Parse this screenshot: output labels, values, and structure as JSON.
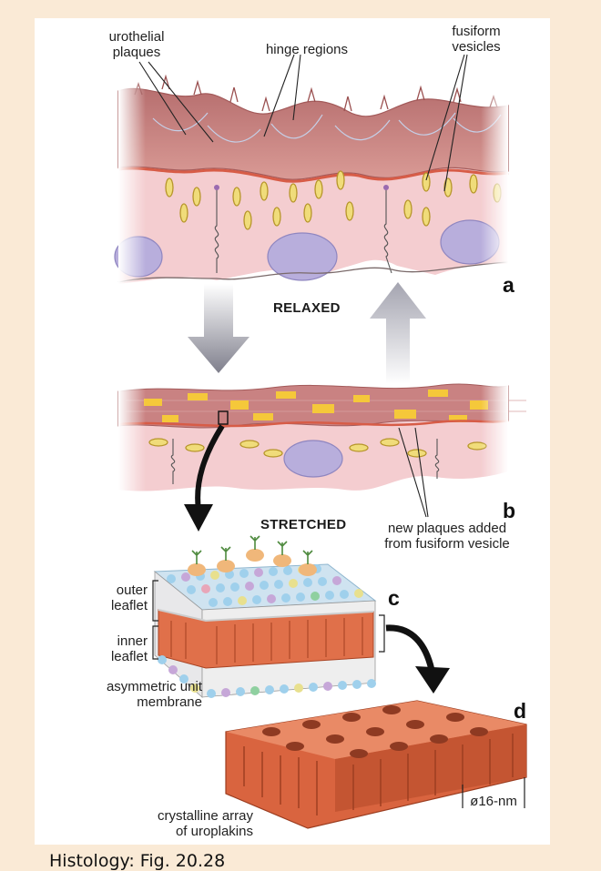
{
  "labels": {
    "urothelial_plaques": [
      "urothelial",
      "plaques"
    ],
    "hinge_regions": "hinge regions",
    "fusiform_vesicles": [
      "fusiform",
      "vesicles"
    ],
    "relaxed": "RELAXED",
    "stretched": "STRETCHED",
    "new_plaques": [
      "new plaques added",
      "from fusiform vesicle"
    ],
    "outer_leaflet": [
      "outer",
      "leaflet"
    ],
    "inner_leaflet": [
      "inner",
      "leaflet"
    ],
    "asymmetric_unit_membrane": [
      "asymmetric unit",
      "membrane"
    ],
    "crystalline_array": [
      "crystalline array",
      "of uroplakins"
    ],
    "scale": "ø16-nm"
  },
  "panel_letters": {
    "a": "a",
    "b": "b",
    "c": "c",
    "d": "d"
  },
  "caption": "Histology: Fig. 20.28",
  "colors": {
    "background": "#faead6",
    "cytoplasm": "#f4cdd0",
    "plaque": "#c98282",
    "nucleus": "#b8aedc",
    "new_plaque": "#f5c83a",
    "uroplakin": "#e0704a",
    "vesicle": "#f0dc7a"
  }
}
